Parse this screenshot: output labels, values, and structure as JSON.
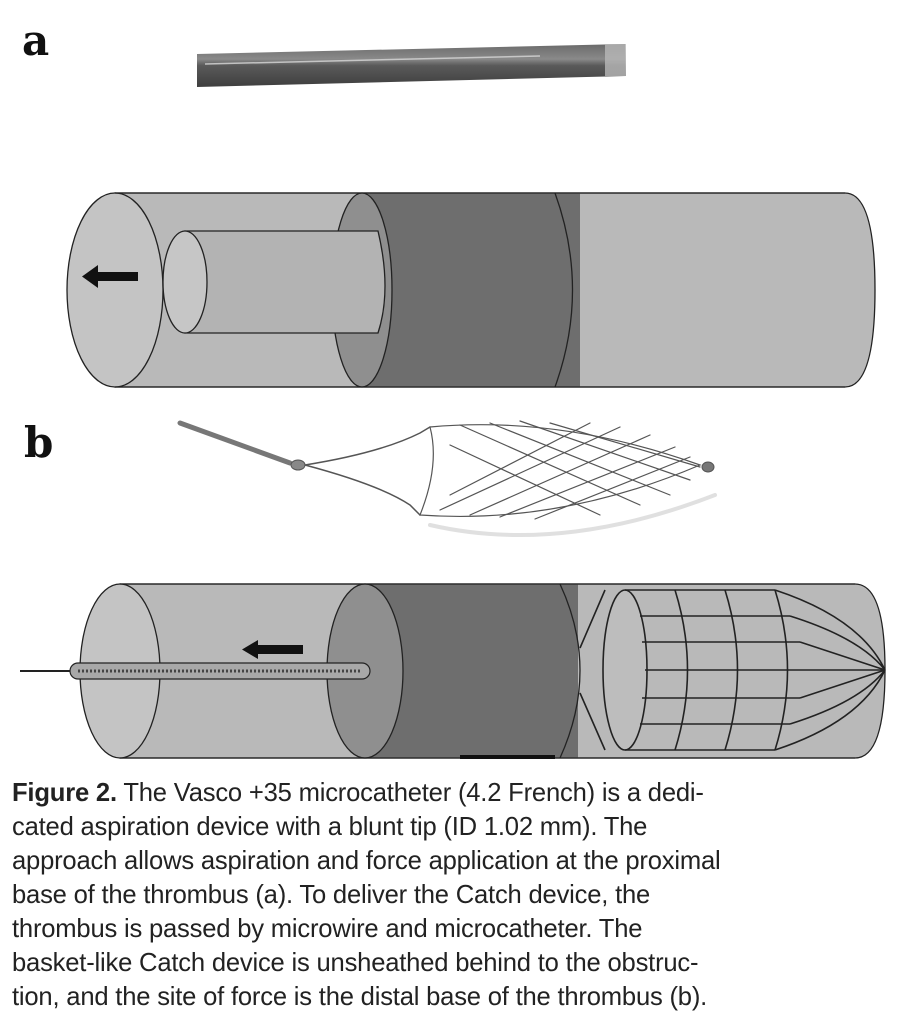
{
  "figure": {
    "panels": [
      {
        "label": "a",
        "photo": "vasco-microcatheter-photo",
        "diagram": "aspiration-catheter-in-vessel-diagram"
      },
      {
        "label": "b",
        "photo": "catch-basket-device-photo",
        "diagram": "catch-basket-behind-thrombus-diagram"
      }
    ],
    "colors": {
      "vessel": "#b9b9b9",
      "vessel_end": "#c4c4c4",
      "thrombus": "#6e6e6e",
      "thrombus_face": "#8f8f8f",
      "catheter": "#b3b3b3",
      "outline": "#222222",
      "arrow": "#111111"
    }
  },
  "caption": {
    "lead": "Figure 2.",
    "lines": [
      " The Vasco +35 microcatheter (4.2 French) is a dedi-",
      "cated aspiration device with a blunt tip (ID 1.02 mm). The",
      "approach allows aspiration and force application at the proximal",
      "base of the thrombus (a). To deliver the Catch device, the",
      "thrombus is passed by microwire and microcatheter. The",
      "basket-like Catch device is unsheathed behind to the obstruc-",
      "tion, and the site of force is the distal base of the thrombus (b)."
    ]
  }
}
